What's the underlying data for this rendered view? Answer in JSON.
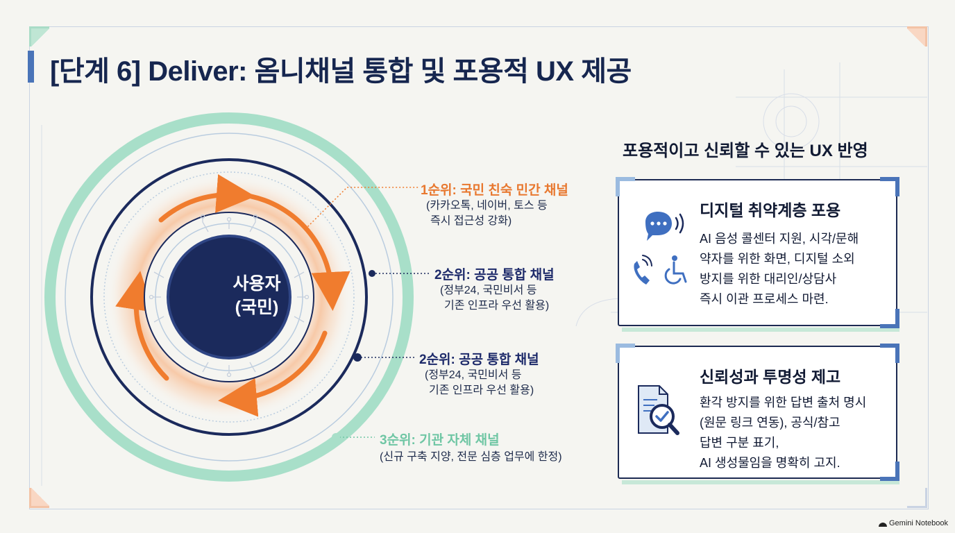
{
  "title": "[단계 6] Deliver: 옴니채널 통합 및 포용적 UX 제공",
  "diagram": {
    "center": {
      "line1": "사용자",
      "line2": "(국민)"
    },
    "channels": [
      {
        "title": "1순위: 국민 친숙 민간 채널",
        "desc1": "(카카오톡, 네이버, 토스 등",
        "desc2": "즉시 접근성 강화)",
        "color": "#e8782f"
      },
      {
        "title": "2순위: 공공 통합 채널",
        "desc1": "(정부24, 국민비서 등",
        "desc2": "기존 인프라 우선 활용)",
        "color": "#1d2a6a"
      },
      {
        "title": "2순위: 공공 통합 채널",
        "desc1": "(정부24, 국민비서 등",
        "desc2": "기존 인프라 우선 활용)",
        "color": "#1d2a6a"
      },
      {
        "title": "3순위: 기관 자체 채널",
        "desc1": "(신규 구축 지양, 전문 심층 업무에 한정)",
        "color": "#6fc6a4"
      }
    ]
  },
  "right_panel": {
    "heading": "포용적이고 신뢰할 수 있는 UX 반영",
    "cards": [
      {
        "title": "디지털 취약계층 포용",
        "lines": [
          "AI 음성 콜센터 지원, 시각/문해",
          "약자를 위한 화면, 디지털 소외",
          "방지를 위한 대리인/상담사",
          "즉시 이관 프로세스 마련."
        ],
        "icons": [
          "chat-bubble-icon",
          "sound-waves-icon",
          "phone-call-icon",
          "wheelchair-icon"
        ]
      },
      {
        "title": "신뢰성과 투명성 제고",
        "lines": [
          "환각 방지를 위한 답변 출처 명시",
          "(원문 링크 연동), 공식/참고",
          "답변 구분 표기,",
          "AI 생성물임을 명확히 고지."
        ],
        "icons": [
          "document-search-icon"
        ]
      }
    ]
  },
  "brand": "Gemini Notebook",
  "colors": {
    "navy": "#1b2a5c",
    "orange": "#f07c2e",
    "mint": "#a8dfc9",
    "accent_blue": "#4a74b8"
  }
}
